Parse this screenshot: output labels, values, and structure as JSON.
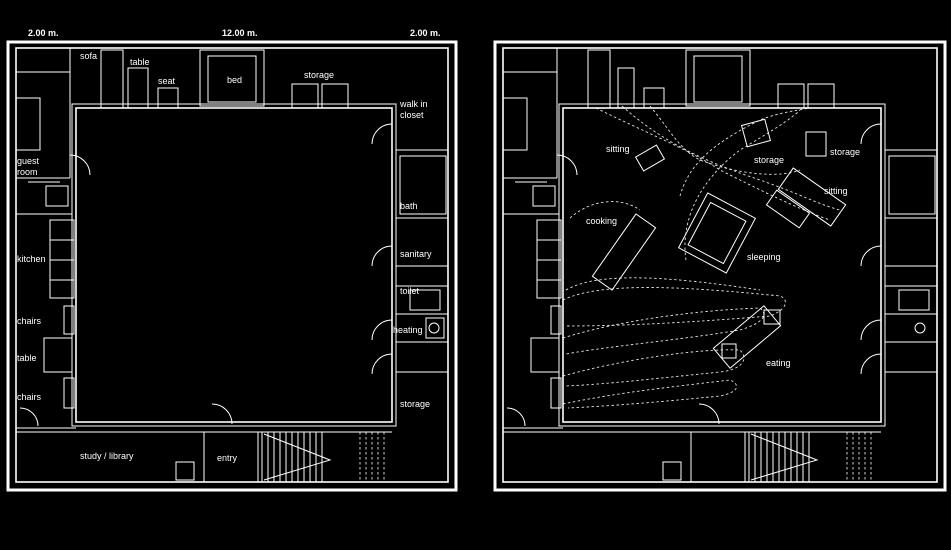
{
  "dimensions": {
    "left": "2.00 m.",
    "center": "12.00 m.",
    "right": "2.00 m."
  },
  "plan_left": {
    "labels": {
      "sofa": "sofa",
      "table_top": "table",
      "seat": "seat",
      "bed": "bed",
      "storage_top": "storage",
      "walk_in_1": "walk in",
      "walk_in_2": "closet",
      "guest_1": "guest",
      "guest_2": "room",
      "kitchen": "kitchen",
      "chairs_1": "chairs",
      "table_left": "table",
      "chairs_2": "chairs",
      "bath": "bath",
      "sanitary": "sanitary",
      "toilet": "toilet",
      "heating": "heating",
      "storage_right": "storage",
      "study": "study / library",
      "entry": "entry"
    }
  },
  "plan_right": {
    "labels": {
      "sitting_1": "sitting",
      "storage_1": "storage",
      "storage_2": "storage",
      "sitting_2": "sitting",
      "cooking": "cooking",
      "sleeping": "sleeping",
      "eating": "eating"
    }
  },
  "colors": {
    "background": "#000000",
    "lines": "#ffffff"
  }
}
